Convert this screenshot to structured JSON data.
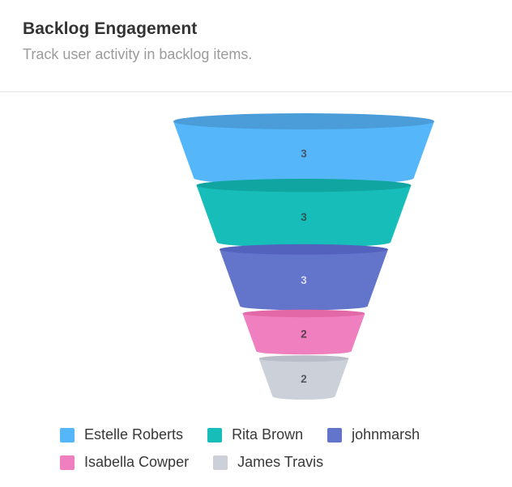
{
  "header": {
    "title": "Backlog Engagement",
    "subtitle": "Track user activity in backlog items."
  },
  "chart_data": {
    "type": "funnel",
    "title": "Backlog Engagement",
    "orientation": "top-wide",
    "legend_position": "bottom",
    "data_labels": "value",
    "series": [
      {
        "name": "Estelle Roberts",
        "value": 3,
        "color": "#55B7FA",
        "top_color": "#4A9DD8",
        "label_color": "#46566A"
      },
      {
        "name": "Rita Brown",
        "value": 3,
        "color": "#17BEB9",
        "top_color": "#10A5A0",
        "label_color": "#2E5654"
      },
      {
        "name": "johnmarsh",
        "value": 3,
        "color": "#6374CB",
        "top_color": "#5362BC",
        "label_color": "#D7DBF0"
      },
      {
        "name": "Isabella Cowper",
        "value": 2,
        "color": "#EF7FBE",
        "top_color": "#E268A8",
        "label_color": "#5E4050"
      },
      {
        "name": "James Travis",
        "value": 2,
        "color": "#CCD1D9",
        "top_color": "#B8BDC7",
        "label_color": "#54585F"
      }
    ]
  }
}
